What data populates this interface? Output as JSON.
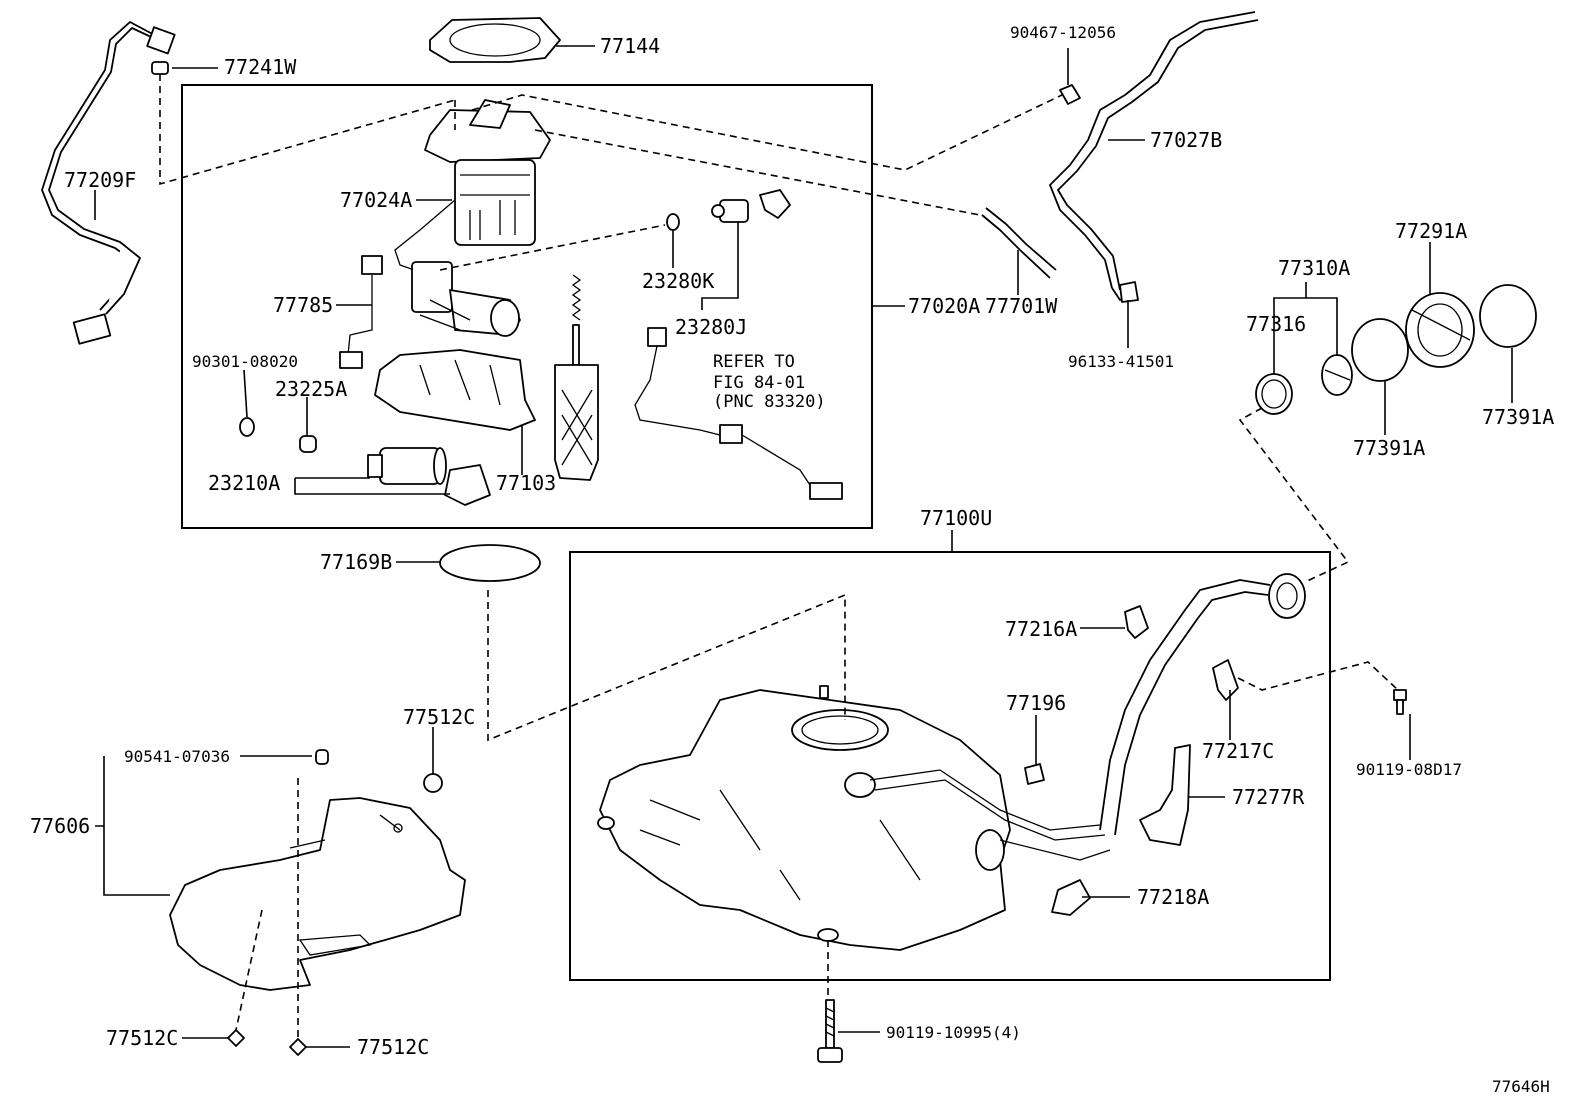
{
  "labels": {
    "p77241W": "77241W",
    "p77144": "77144",
    "p90467_12056": "90467-12056",
    "p77209F": "77209F",
    "p77024A": "77024A",
    "p77027B": "77027B",
    "p77785": "77785",
    "p23280K": "23280K",
    "p23280J": "23280J",
    "p77020A": "77020A",
    "p77701W": "77701W",
    "p96133_41501": "96133-41501",
    "p90301_08020": "90301-08020",
    "p23225A": "23225A",
    "p23210A": "23210A",
    "p77103": "77103",
    "p77310A": "77310A",
    "p77291A": "77291A",
    "p77316": "77316",
    "p77391A_left": "77391A",
    "p77391A_right": "77391A",
    "p77100U": "77100U",
    "p77169B": "77169B",
    "p77216A": "77216A",
    "p77196": "77196",
    "p77512C_top": "77512C",
    "p90541_07036": "90541-07036",
    "p77217C": "77217C",
    "p90119_08D17": "90119-08D17",
    "p77606": "77606",
    "p77277R": "77277R",
    "p77218A": "77218A",
    "p77512C_bl": "77512C",
    "p77512C_br": "77512C",
    "p90119_10995": "90119-10995(4)",
    "figure_id": "77646H"
  },
  "note": {
    "line1": "REFER TO",
    "line2": "FIG 84-01",
    "line3": "(PNC 83320)"
  }
}
